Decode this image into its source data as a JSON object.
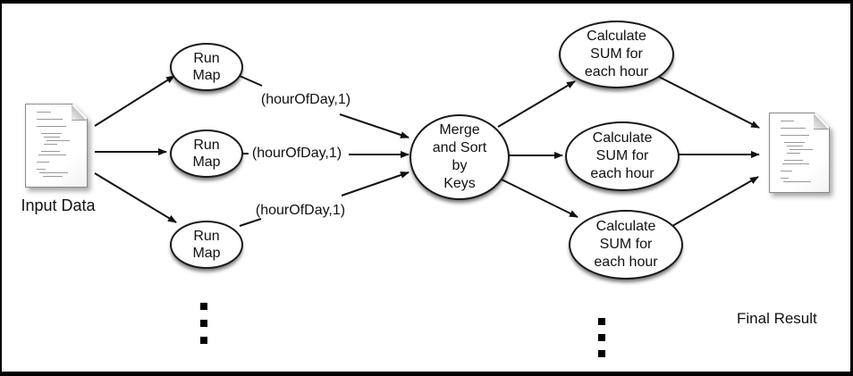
{
  "nodes": {
    "run_map_1": {
      "lines": [
        "Run",
        "Map"
      ]
    },
    "run_map_2": {
      "lines": [
        "Run",
        "Map"
      ]
    },
    "run_map_3": {
      "lines": [
        "Run",
        "Map"
      ]
    },
    "merge_sort": {
      "lines": [
        "Merge",
        "and Sort",
        "by",
        "Keys"
      ]
    },
    "calc_sum_1": {
      "lines": [
        "Calculate",
        "SUM for",
        "each hour"
      ]
    },
    "calc_sum_2": {
      "lines": [
        "Calculate",
        "SUM for",
        "each hour"
      ]
    },
    "calc_sum_3": {
      "lines": [
        "Calculate",
        "SUM for",
        "each hour"
      ]
    }
  },
  "edge_labels": {
    "pair_1": "(hourOfDay,1)",
    "pair_2": "(hourOfDay,1)",
    "pair_3": "(hourOfDay,1)"
  },
  "captions": {
    "input": "Input Data",
    "final": "Final Result"
  },
  "icons": {
    "input_document": "document-icon",
    "final_document": "document-icon",
    "ellipsis_left": "vertical-ellipsis",
    "ellipsis_right": "vertical-ellipsis"
  },
  "colors": {
    "background": "#ffffff",
    "frame_border": "#000000",
    "node_fill": "#ffffff",
    "node_stroke": "#1a1a1a",
    "text": "#111111"
  }
}
